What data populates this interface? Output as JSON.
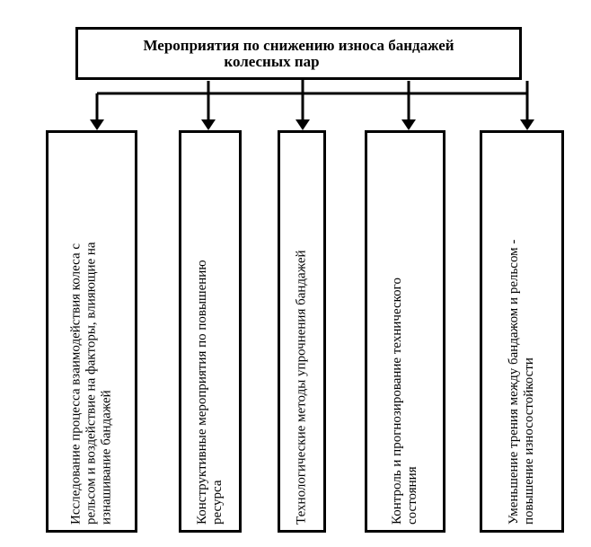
{
  "diagram": {
    "title_line1": "Мероприятия по снижению износа бандажей",
    "title_line2": "колесных пар",
    "branches": [
      {
        "label": "Исследование процесса взаимодействия колеса с\nрельсом и воздействие на факторы, влияющие на\nизнашивание бандажей"
      },
      {
        "label": "Конструктивные мероприятия по повышению\nресурса"
      },
      {
        "label": "Технологические методы упрочнения бандажей"
      },
      {
        "label": "Контроль и прогнозирование технического\nсостояния"
      },
      {
        "label": "Уменьшение трения между бандажом и рельсом -\nповышение износостойкости"
      }
    ]
  }
}
